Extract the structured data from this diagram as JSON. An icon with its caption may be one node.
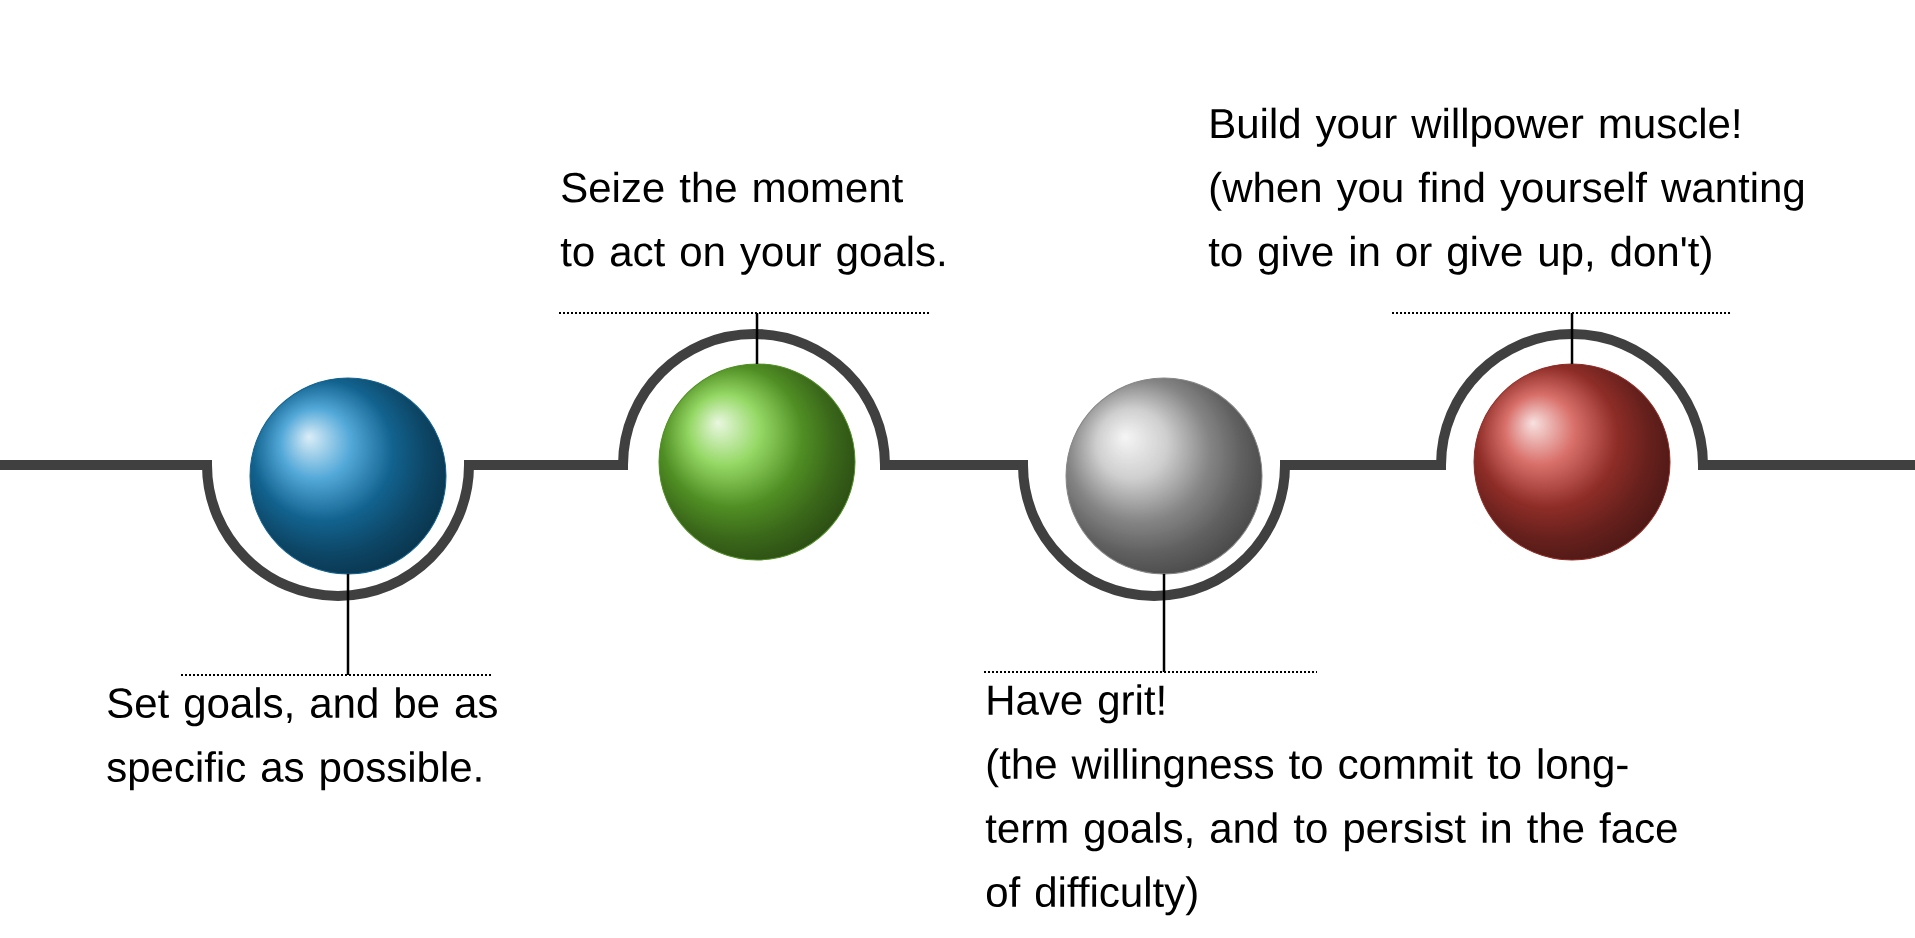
{
  "diagram": {
    "nodes": [
      {
        "text": [],
        "shape": "circle"
      },
      {
        "text": [
          "Set goals, and be as specific as possible."
        ]
      },
      {
        "text": [],
        "shape": "circle"
      },
      {
        "text": [
          "Seize the moment to act on your goals."
        ]
      },
      {
        "text": [],
        "shape": "circle"
      },
      {
        "text": [
          "Have grit!",
          "(the willingness to commit to long-term goals, and to persist in the face of difficulty)"
        ]
      },
      {
        "text": [],
        "shape": "circle"
      },
      {
        "text": [
          "Build your willpower muscle!",
          "(when you find yourself wanting to give in or give up, don't)"
        ]
      }
    ],
    "edges": [
      {
        "from": 1,
        "to": 0,
        "arrow": "none"
      },
      {
        "from": 3,
        "to": 2,
        "arrow": "none"
      },
      {
        "from": 5,
        "to": 4,
        "arrow": "none"
      },
      {
        "from": 7,
        "to": 6,
        "arrow": "none"
      }
    ]
  }
}
